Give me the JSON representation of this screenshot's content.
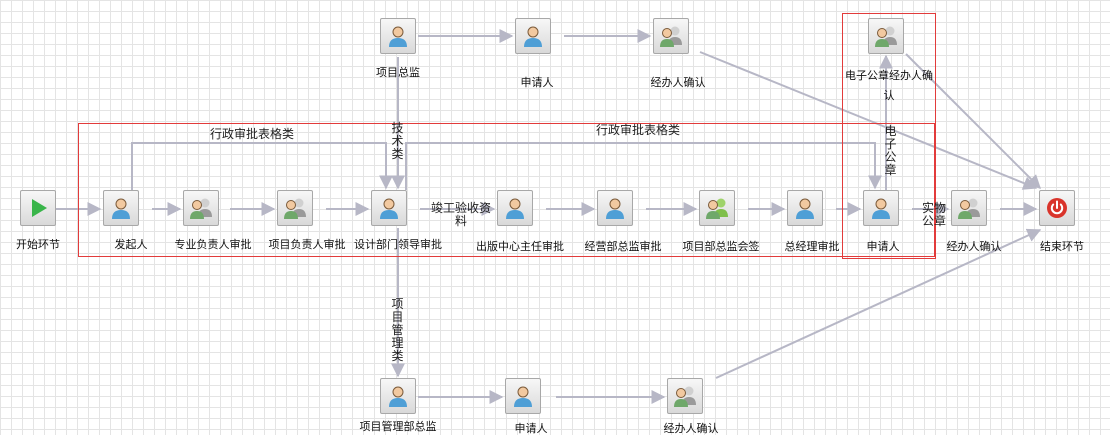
{
  "nodes": {
    "start": {
      "label": "开始环节",
      "icon": "play-icon"
    },
    "initiator": {
      "label": "发起人",
      "icon": "user-icon"
    },
    "specialty_lead": {
      "label": "专业负责人审批",
      "icon": "user-group-icon"
    },
    "project_lead": {
      "label": "项目负责人审批",
      "icon": "user-group-icon"
    },
    "design_dept": {
      "label": "设计部门领导审批",
      "icon": "user-icon"
    },
    "publishing_center": {
      "label": "出版中心主任审批",
      "icon": "user-icon"
    },
    "ops_director": {
      "label": "经营部总监审批",
      "icon": "user-icon"
    },
    "project_dept_cosign": {
      "label": "项目部总监会签",
      "icon": "user-group-icon"
    },
    "gm": {
      "label": "总经理审批",
      "icon": "user-icon"
    },
    "applicant_mid": {
      "label": "申请人",
      "icon": "user-icon"
    },
    "handler_confirm_mid": {
      "label": "经办人确认",
      "icon": "user-group-icon"
    },
    "end": {
      "label": "结束环节",
      "icon": "power-icon"
    },
    "project_director": {
      "label": "项目总监",
      "icon": "user-icon"
    },
    "applicant_top": {
      "label": "申请人",
      "icon": "user-icon"
    },
    "handler_confirm_top": {
      "label": "经办人确认",
      "icon": "user-group-icon"
    },
    "eseal_handler": {
      "label": "电子公章经办人确认",
      "icon": "user-group-icon"
    },
    "pm_director": {
      "label": "项目管理部总监",
      "icon": "user-icon"
    },
    "applicant_bottom": {
      "label": "申请人",
      "icon": "user-icon"
    },
    "handler_confirm_bottom": {
      "label": "经办人确认",
      "icon": "user-group-icon"
    }
  },
  "edges": {
    "admin_form_left": "行政审批表格类",
    "admin_form_right": "行政审批表格类",
    "technical": "技术类",
    "completion_docs": "竣工验收资料",
    "electronic_seal": "电子公章",
    "physical_seal": "实物公章",
    "project_mgmt": "项目管理类"
  },
  "colors": {
    "connector": "#b7b7c6",
    "highlight_frame": "#e23b3b",
    "user_head": "#f2c9a0",
    "user_body": "#4f9fd6",
    "user_group_body": "#6fa86a",
    "play": "#39b54a",
    "power": "#d9342b"
  }
}
